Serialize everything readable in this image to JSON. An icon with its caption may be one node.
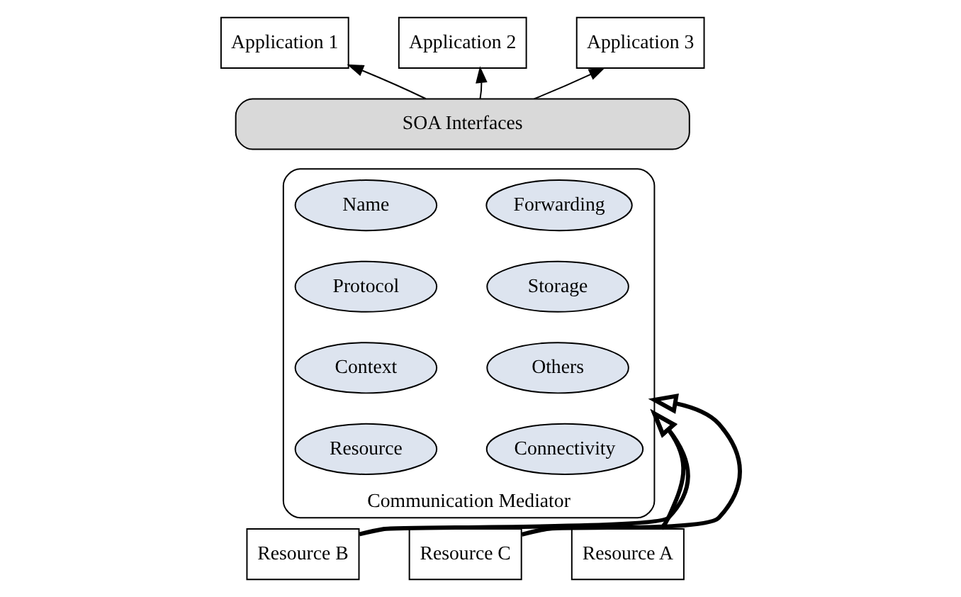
{
  "diagram": {
    "nodes": [
      {
        "text": [
          "Application 1"
        ]
      },
      {
        "text": [
          "Application 2"
        ]
      },
      {
        "text": [
          "Application 3"
        ]
      },
      {
        "text": [
          "SOA Interfaces"
        ]
      },
      {
        "text": [
          "Communication Mediator"
        ]
      },
      {
        "text": [
          "Forwarding"
        ],
        "in": 4
      },
      {
        "text": [
          "Name"
        ],
        "in": 4
      },
      {
        "text": [
          "Protocol"
        ],
        "in": 4
      },
      {
        "text": [
          "Storage"
        ],
        "in": 4
      },
      {
        "text": [
          "Context"
        ],
        "in": 4
      },
      {
        "text": [
          "Others"
        ],
        "in": 4
      },
      {
        "text": [
          "Resource"
        ],
        "in": 4
      },
      {
        "text": [
          "Connectivity"
        ],
        "in": 4
      },
      {
        "text": [
          "Resource A"
        ]
      },
      {
        "text": [
          "Resource B"
        ]
      },
      {
        "text": [
          "Resource C"
        ]
      }
    ],
    "edges": [
      {
        "from": 3,
        "to": 0,
        "arrow": "to"
      },
      {
        "from": 3,
        "to": 1,
        "arrow": "to"
      },
      {
        "from": 3,
        "to": 2,
        "arrow": "to"
      },
      {
        "from": 13,
        "to": 4,
        "arrow": "to",
        "style": "thick"
      },
      {
        "from": 14,
        "to": 4,
        "arrow": "to",
        "style": "thick"
      },
      {
        "from": 15,
        "to": 4,
        "arrow": "to",
        "style": "thick"
      }
    ]
  }
}
